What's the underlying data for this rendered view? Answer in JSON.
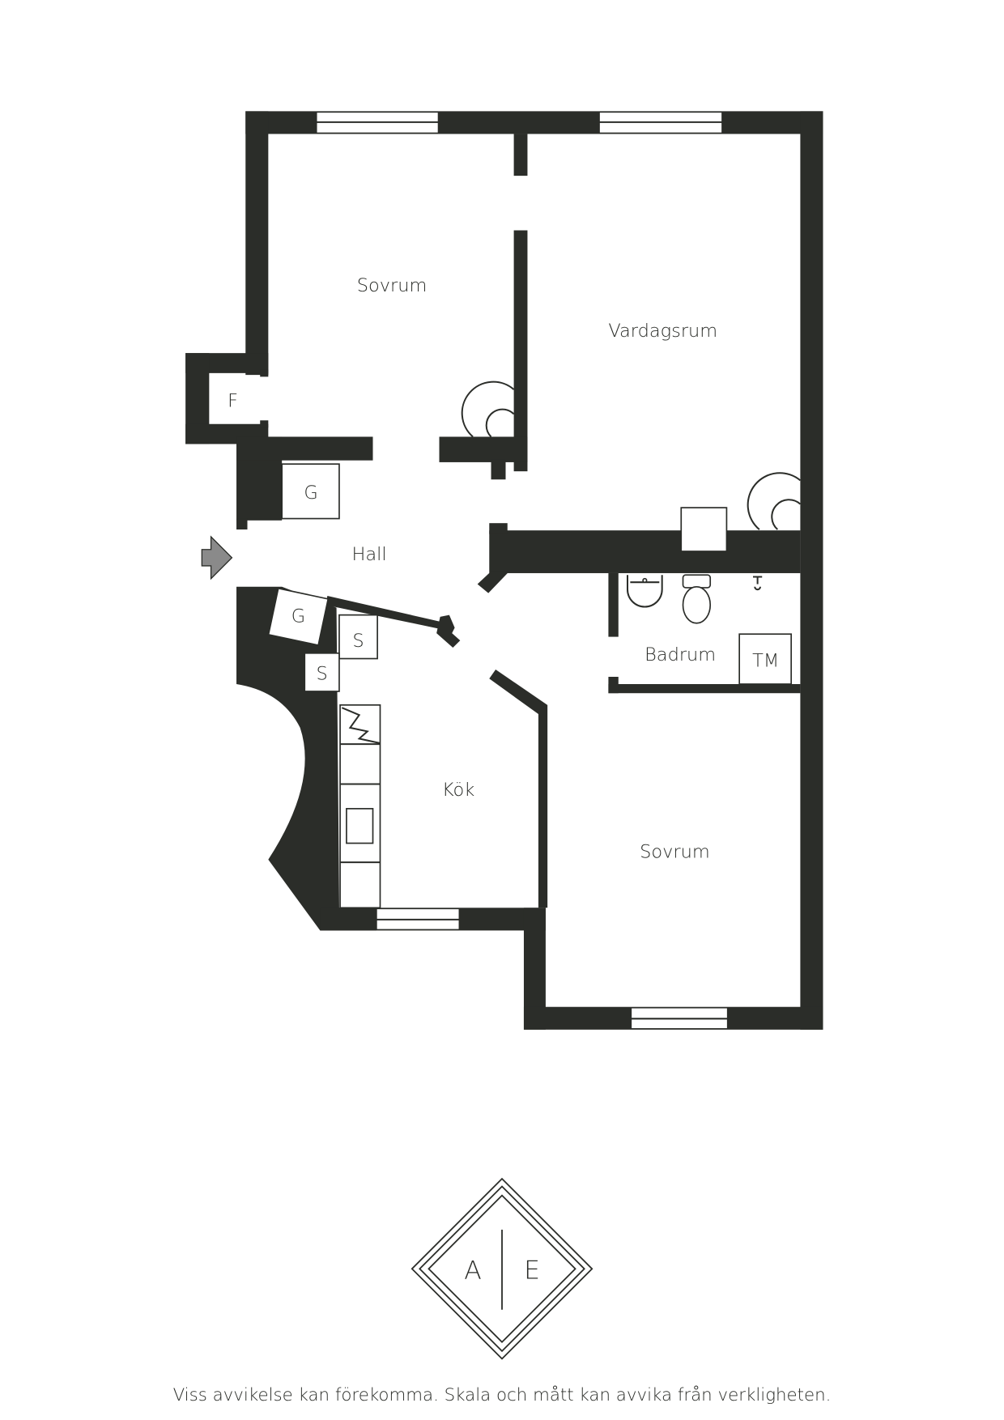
{
  "rooms": {
    "sovrum_top": "Sovrum",
    "vardagsrum": "Vardagsrum",
    "hall": "Hall",
    "kok": "Kök",
    "badrum": "Badrum",
    "sovrum_bottom": "Sovrum"
  },
  "fixtures": {
    "f": "F",
    "g1": "G",
    "g2": "G",
    "s1": "S",
    "s2": "S",
    "tm": "TM"
  },
  "logo": {
    "left": "A",
    "right": "E"
  },
  "disclaimer": "Viss avvikelse kan förekomma. Skala och mått kan avvika från verkligheten.",
  "colors": {
    "wall": "#2b2d29",
    "entry_arrow": "#8a8a8a"
  }
}
